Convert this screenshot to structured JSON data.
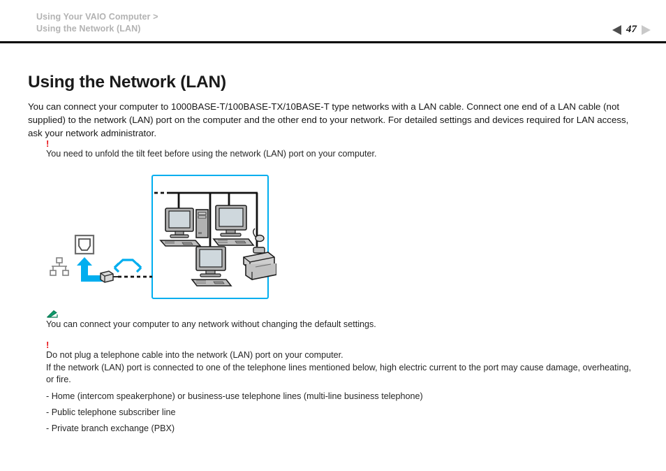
{
  "header": {
    "breadcrumb_line1": "Using Your VAIO Computer >",
    "breadcrumb_line2": "Using the Network (LAN)",
    "page_number": "47",
    "prev_icon": "triangle-left-icon",
    "next_icon": "triangle-right-icon"
  },
  "main": {
    "title": "Using the Network (LAN)",
    "intro": "You can connect your computer to 1000BASE-T/100BASE-TX/10BASE-T type networks with a LAN cable. Connect one end of a LAN cable (not supplied) to the network (LAN) port on the computer and the other end to your network. For detailed settings and devices required for LAN access, ask your network administrator.",
    "caution_1": {
      "icon": "red-exclamation-icon",
      "marker": "!",
      "text": "You need to unfold the tilt feet before using the network (LAN) port on your computer."
    },
    "tip": {
      "icon": "green-pencil-note-icon",
      "text": "You can connect your computer to any network without changing the default settings."
    },
    "caution_2": {
      "icon": "red-exclamation-icon",
      "marker": "!",
      "text": "Do not plug a telephone cable into the network (LAN) port on your computer.\nIf the network (LAN) port is connected to one of the telephone lines mentioned below, high electric current to the port may cause damage, overheating,\nor fire."
    },
    "bullets": [
      "- Home (intercom speakerphone) or business-use telephone lines (multi-line business telephone)",
      "- Public telephone subscriber line",
      "- Private branch exchange (PBX)"
    ]
  },
  "diagram": {
    "label": "lan-connection-illustration",
    "border_color": "#00aeef",
    "accent_color": "#00aeef",
    "elements": [
      "lan-network-tree-symbol",
      "lan-port-icon",
      "cyan-up-arrow",
      "cyan-double-arrow",
      "rj45-plug-connector",
      "dashed-lan-cable",
      "desktop-computer-with-tower",
      "desktop-computer-with-mouse",
      "desktop-computer",
      "printer"
    ]
  }
}
